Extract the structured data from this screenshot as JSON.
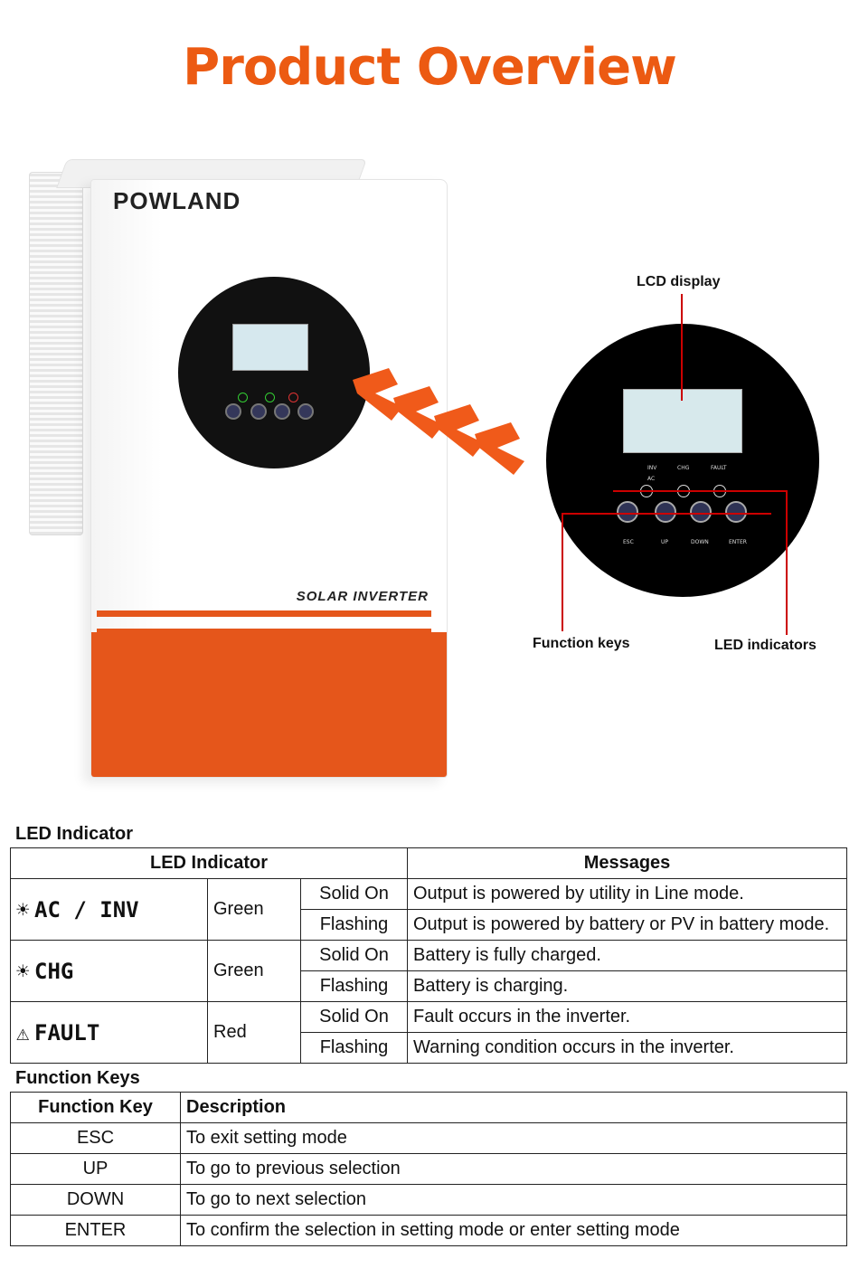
{
  "page_title": "Product Overview",
  "product": {
    "brand": "POWLAND",
    "model_label": "SOLAR INVERTER",
    "panel_labels": {
      "inv": "INV",
      "chg": "CHG",
      "fault": "FAULT",
      "ac": "AC",
      "esc": "ESC",
      "up": "UP",
      "down": "DOWN",
      "enter": "ENTER"
    }
  },
  "callouts": {
    "lcd": "LCD display",
    "function_keys": "Function keys",
    "led_indicators": "LED indicators"
  },
  "colors": {
    "accent": "#ec5a12",
    "panel_orange": "#e5561b",
    "callout_line": "#cc0000"
  },
  "led_section": {
    "heading": "LED Indicator",
    "col_indicator": "LED Indicator",
    "col_messages": "Messages",
    "rows": [
      {
        "led": "AC / INV",
        "icon": "sun-icon",
        "color": "Green",
        "states": [
          {
            "state": "Solid On",
            "message": "Output is powered by utility in Line mode."
          },
          {
            "state": "Flashing",
            "message": "Output is powered by battery or PV in battery mode."
          }
        ]
      },
      {
        "led": "CHG",
        "icon": "sun-icon",
        "color": "Green",
        "states": [
          {
            "state": "Solid On",
            "message": "Battery is fully charged."
          },
          {
            "state": "Flashing",
            "message": "Battery is charging."
          }
        ]
      },
      {
        "led": "FAULT",
        "icon": "warning-icon",
        "color": "Red",
        "states": [
          {
            "state": "Solid On",
            "message": "Fault occurs in the inverter."
          },
          {
            "state": "Flashing",
            "message": "Warning condition occurs in the inverter."
          }
        ]
      }
    ]
  },
  "function_section": {
    "heading": "Function Keys",
    "col_key": "Function Key",
    "col_desc": "Description",
    "rows": [
      {
        "key": "ESC",
        "desc": "To exit setting mode"
      },
      {
        "key": "UP",
        "desc": "To go to previous selection"
      },
      {
        "key": "DOWN",
        "desc": "To go to next selection"
      },
      {
        "key": "ENTER",
        "desc": "To confirm the selection in setting mode or enter setting mode"
      }
    ]
  }
}
